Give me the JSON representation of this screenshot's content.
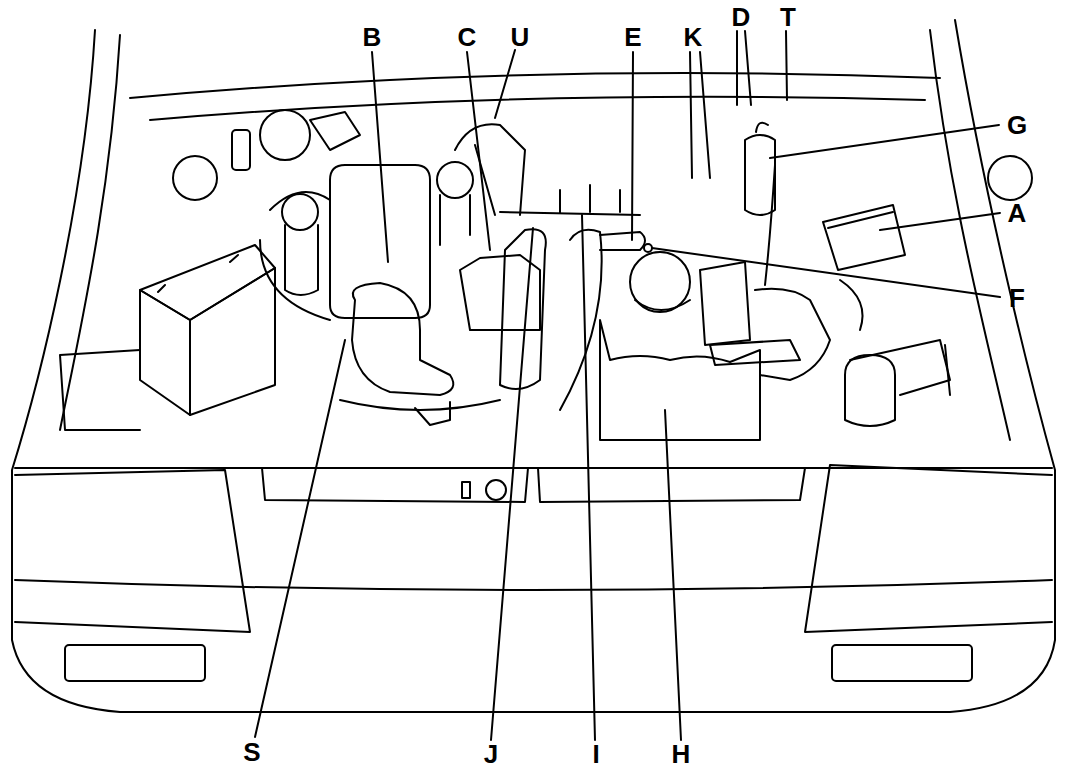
{
  "diagram": {
    "labels": [
      "B",
      "C",
      "U",
      "E",
      "K",
      "D",
      "T",
      "G",
      "A",
      "F",
      "S",
      "J",
      "I",
      "H"
    ]
  }
}
